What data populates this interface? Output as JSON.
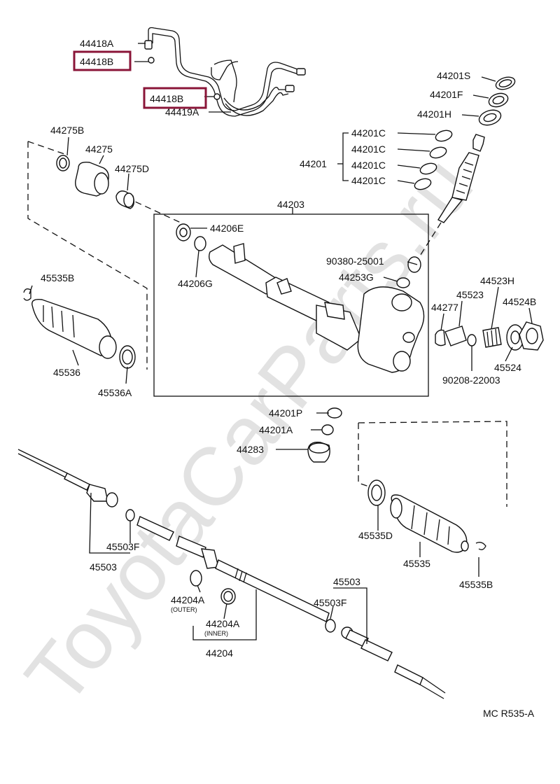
{
  "watermark": "ToyotaCarParts.ru",
  "labels": {
    "p44418A": "44418A",
    "p44418B_top": "44418B",
    "p44418B_mid": "44418B",
    "p44419A": "44419A",
    "p44201S": "44201S",
    "p44201F": "44201F",
    "p44201H": "44201H",
    "p44201C_1": "44201C",
    "p44201C_2": "44201C",
    "p44201C_3": "44201C",
    "p44201C_4": "44201C",
    "p44201": "44201",
    "p44275B": "44275B",
    "p44275": "44275",
    "p44275D": "44275D",
    "p44203": "44203",
    "p44206E": "44206E",
    "p44206G": "44206G",
    "p90380": "90380-25001",
    "p44253G": "44253G",
    "p44523H": "44523H",
    "p45523": "45523",
    "p44277": "44277",
    "p44524B": "44524B",
    "p45524": "45524",
    "p90208": "90208-22003",
    "p45535B_left": "45535B",
    "p45536": "45536",
    "p45536A": "45536A",
    "p44201P": "44201P",
    "p44201A": "44201A",
    "p44283": "44283",
    "p45503F_left": "45503F",
    "p45503_left": "45503",
    "p45535D": "45535D",
    "p45535": "45535",
    "p45535B_right": "45535B",
    "p45503_right": "45503",
    "p45503F_right": "45503F",
    "p44204A_outer": "44204A",
    "outer_note": "(OUTER)",
    "p44204A_inner": "44204A",
    "inner_note": "(INNER)",
    "p44204": "44204",
    "diagram_code": "MC R535-A"
  },
  "highlight_color": "#8a1538"
}
